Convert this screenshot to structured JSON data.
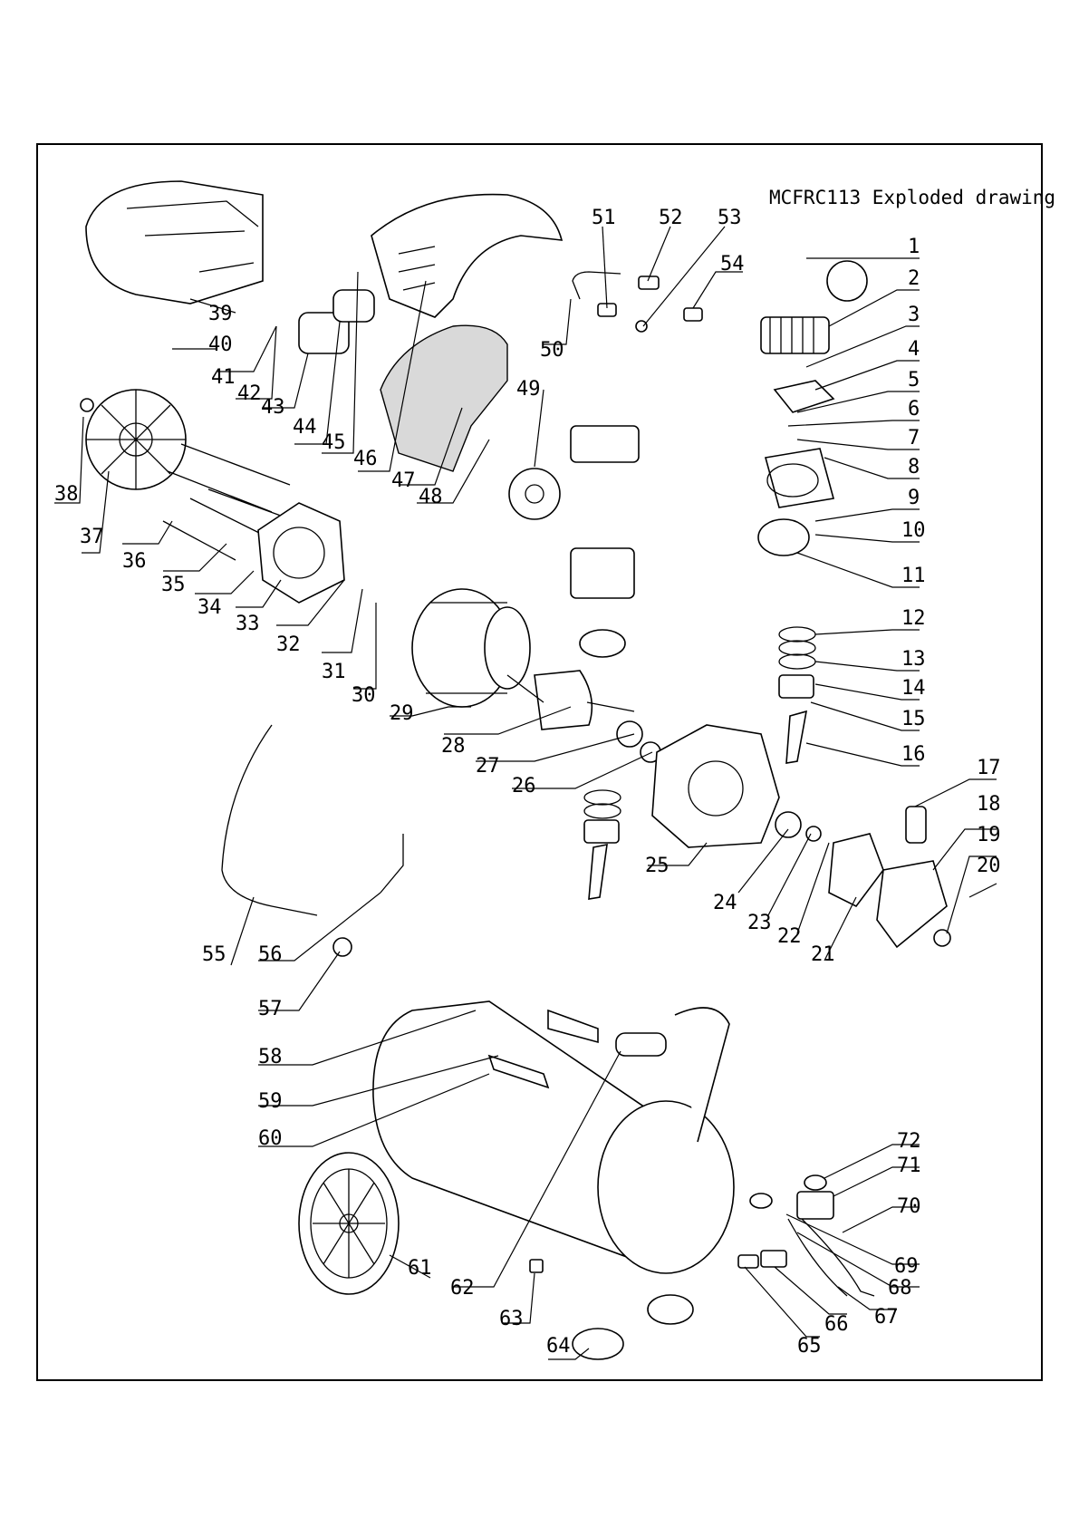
{
  "title": "MCFRC113  Exploded drawing",
  "parts": [
    "1",
    "2",
    "3",
    "4",
    "5",
    "6",
    "7",
    "8",
    "9",
    "10",
    "11",
    "12",
    "13",
    "14",
    "15",
    "16",
    "17",
    "18",
    "19",
    "20",
    "21",
    "22",
    "23",
    "24",
    "25",
    "26",
    "27",
    "28",
    "29",
    "30",
    "31",
    "32",
    "33",
    "34",
    "35",
    "36",
    "37",
    "38",
    "39",
    "40",
    "41",
    "42",
    "43",
    "44",
    "45",
    "46",
    "47",
    "48",
    "49",
    "50",
    "51",
    "52",
    "53",
    "54",
    "55",
    "56",
    "57",
    "58",
    "59",
    "60",
    "61",
    "62",
    "63",
    "64",
    "65",
    "66",
    "67",
    "68",
    "69",
    "70",
    "71",
    "72"
  ]
}
